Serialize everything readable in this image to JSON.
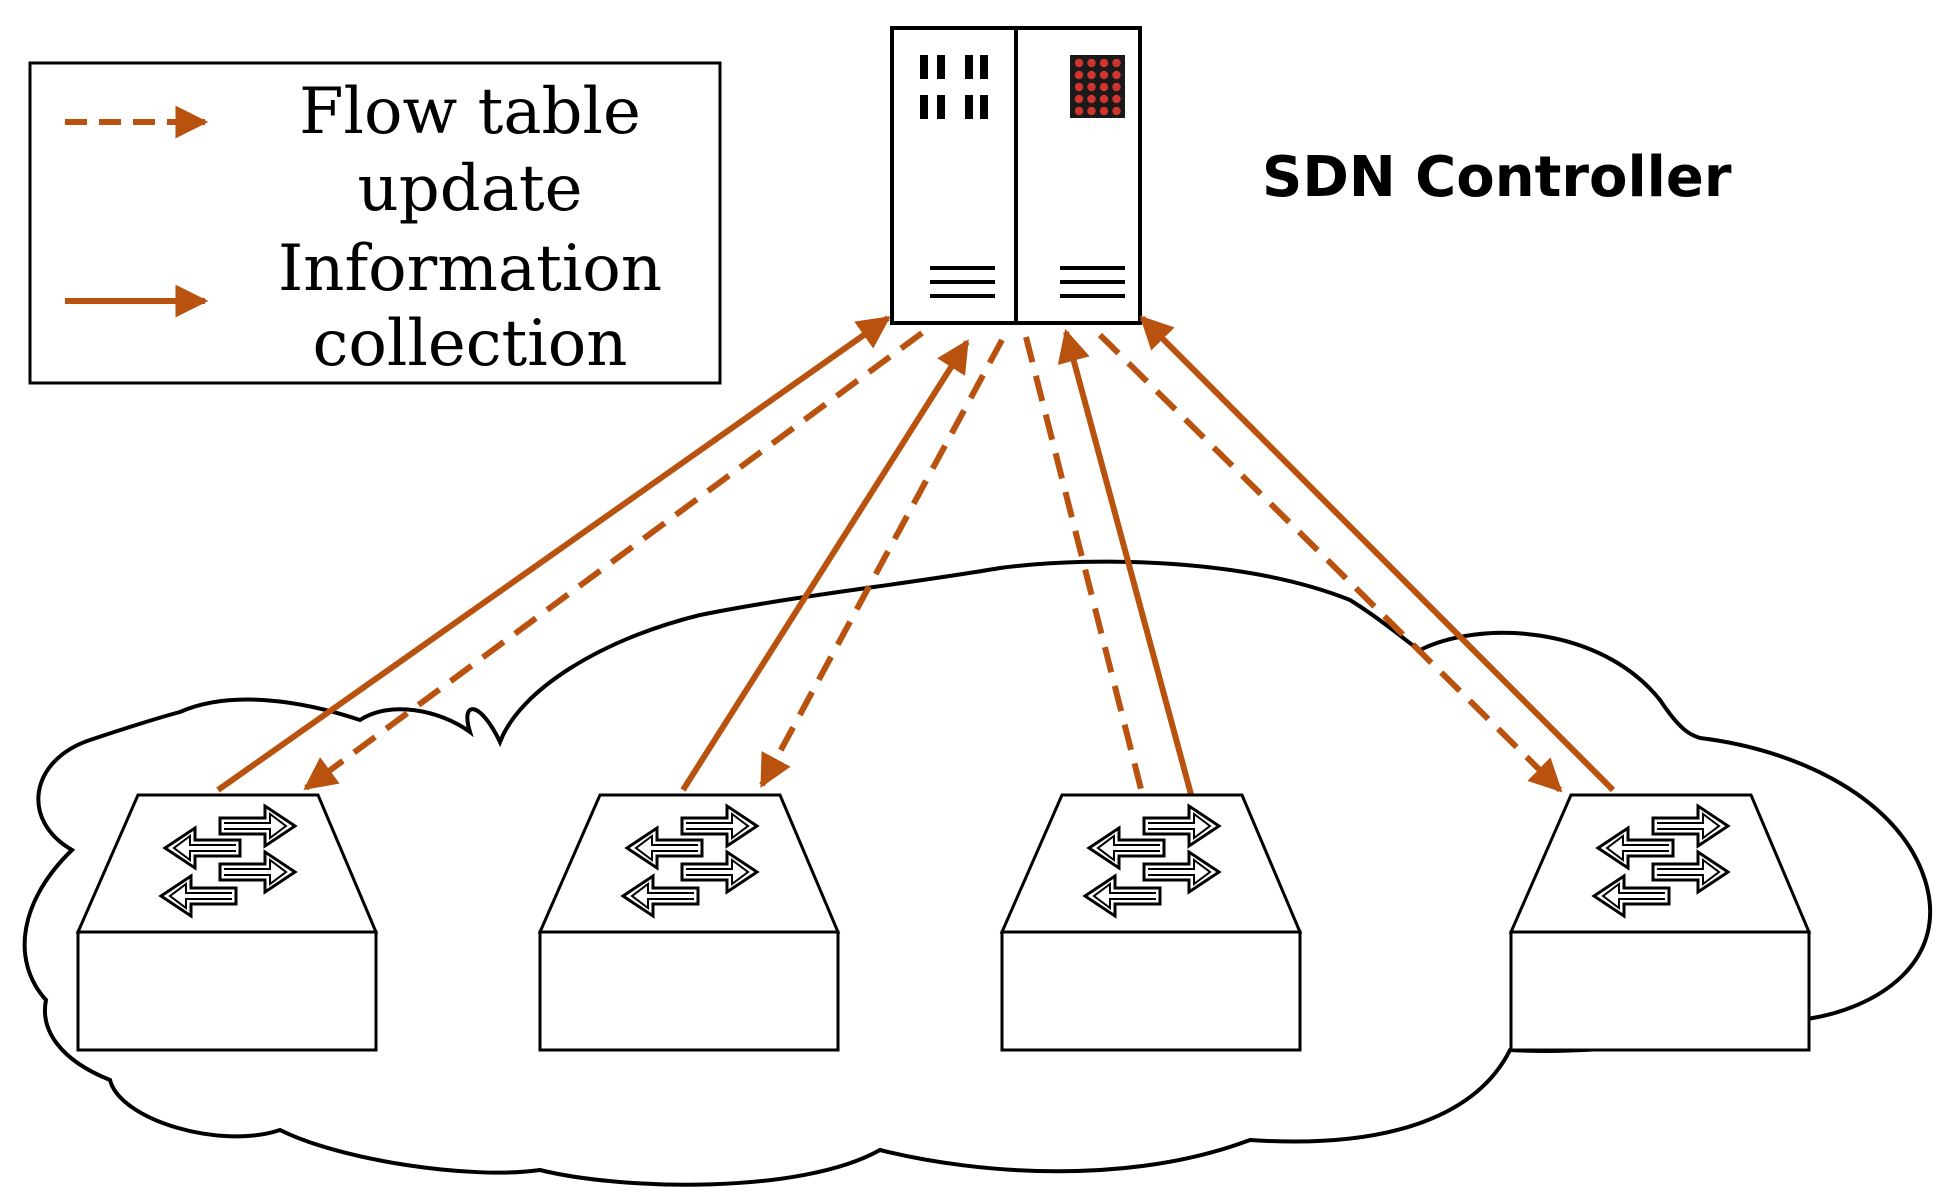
{
  "legend": {
    "flow_update_line1": "Flow table",
    "flow_update_line2": "update",
    "info_line1": "Information",
    "info_line2": "collection"
  },
  "controller": {
    "label": "SDN Controller"
  },
  "colors": {
    "arrow": "#b8520e",
    "led": "#d0342c"
  },
  "switches": [
    {
      "id": "switch-1"
    },
    {
      "id": "switch-2"
    },
    {
      "id": "switch-3"
    },
    {
      "id": "switch-4"
    }
  ]
}
